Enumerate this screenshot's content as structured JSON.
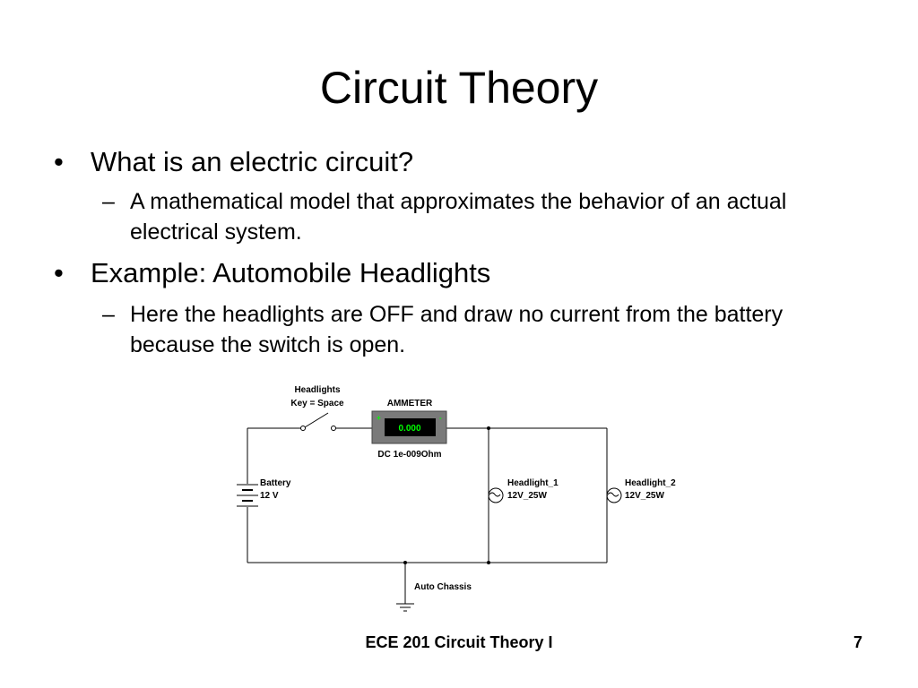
{
  "slide": {
    "title": "Circuit Theory",
    "bullets": [
      {
        "text": "What is an electric circuit?",
        "sub": "A mathematical model that approximates the behavior of an actual electrical system."
      },
      {
        "text": "Example:  Automobile Headlights",
        "sub": "Here the headlights are OFF and draw no current from the battery because the switch is open."
      }
    ],
    "bullet_symbol": "•",
    "dash_symbol": "–"
  },
  "circuit": {
    "switch": {
      "label": "Headlights",
      "key": "Key = Space"
    },
    "ammeter": {
      "label": "AMMETER",
      "reading": "0.000",
      "plus": "+",
      "minus": "-",
      "spec": "DC  1e-009Ohm",
      "display_color": "#00ff00"
    },
    "battery": {
      "label": "Battery",
      "value": "12 V"
    },
    "headlight_1": {
      "label": "Headlight_1",
      "rating": "12V_25W"
    },
    "headlight_2": {
      "label": "Headlight_2",
      "rating": "12V_25W"
    },
    "ground": {
      "label": "Auto Chassis"
    }
  },
  "footer": {
    "course": "ECE 201 Circuit Theory I",
    "page": "7"
  }
}
